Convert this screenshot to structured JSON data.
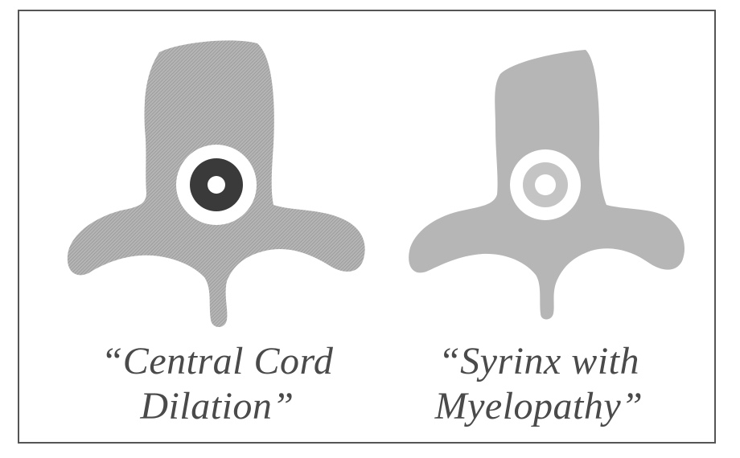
{
  "figures": [
    {
      "id": "central-cord-dilation",
      "caption_line1": "“Central Cord",
      "caption_line2": "Dilation”",
      "canal_color": "#3a3a3a",
      "center_color": "#ffffff",
      "vertebra_color": "#a9a9a9"
    },
    {
      "id": "syrinx-with-myelopathy",
      "caption_line1": "“Syrinx with",
      "caption_line2": "Myelopathy”",
      "canal_color": "#c4c4c4",
      "center_color": "#ffffff",
      "vertebra_color": "#b6b6b6"
    }
  ],
  "colors": {
    "border": "#555555",
    "text": "#4a4a4a",
    "background": "#ffffff"
  }
}
